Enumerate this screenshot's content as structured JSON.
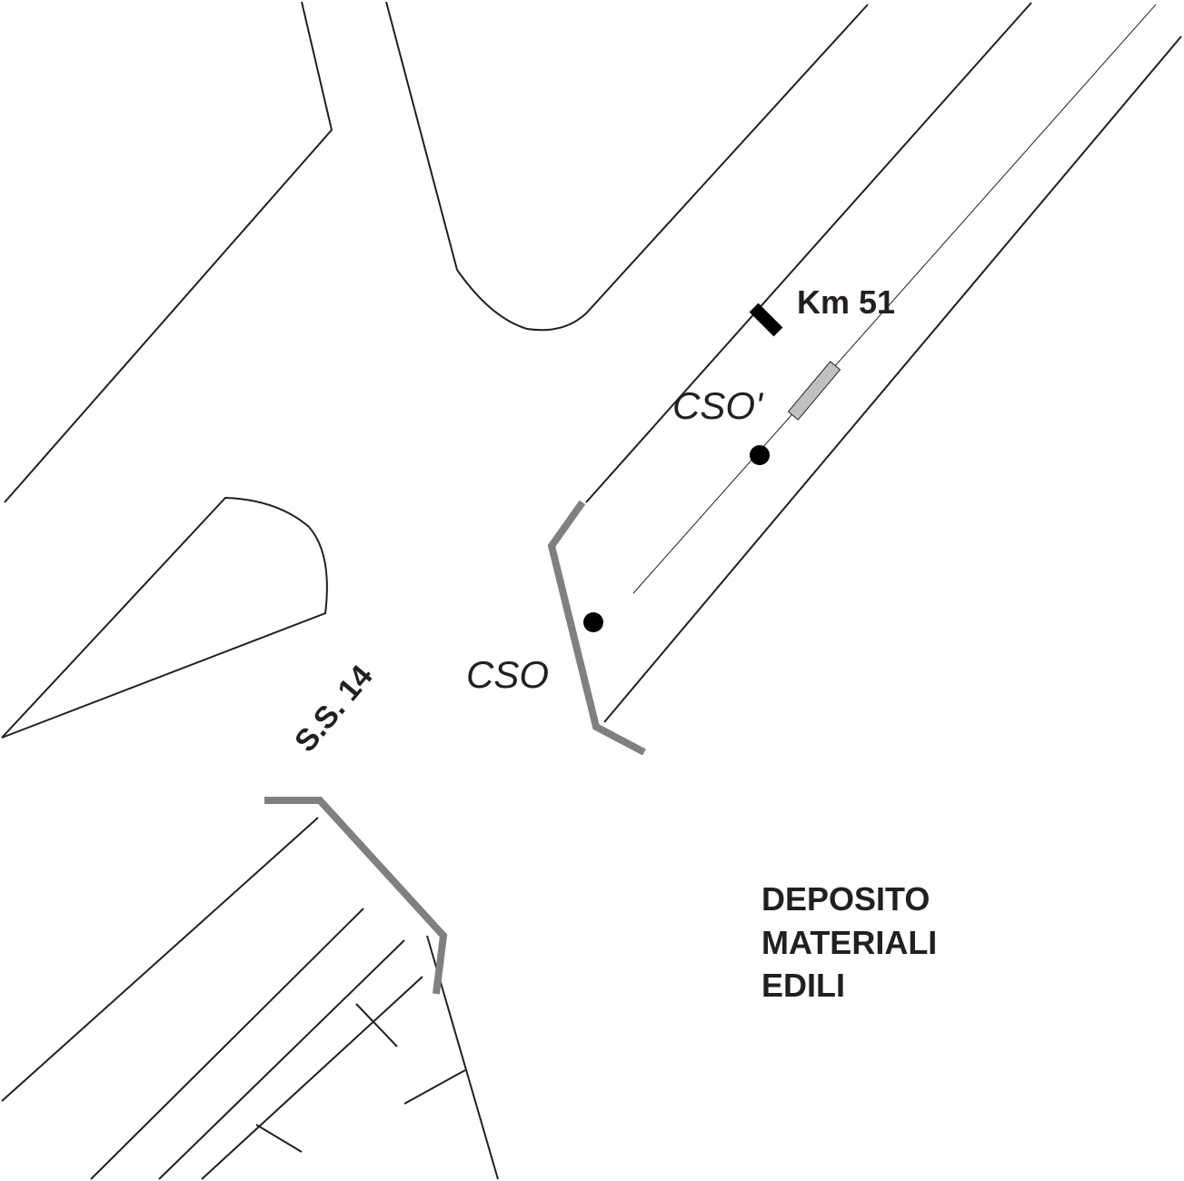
{
  "labels": {
    "km": "Km 51",
    "cso_prime": "CSO'",
    "cso": "CSO",
    "road": "S.S. 14",
    "deposito_line1": "DEPOSITO",
    "deposito_line2": "MATERIALI",
    "deposito_line3": "EDILI"
  },
  "colors": {
    "line": "#231f20",
    "guardrail": "#808080",
    "cso_prime_marker_fill": "#c0c0c0",
    "point": "#000000",
    "background": "#ffffff"
  }
}
